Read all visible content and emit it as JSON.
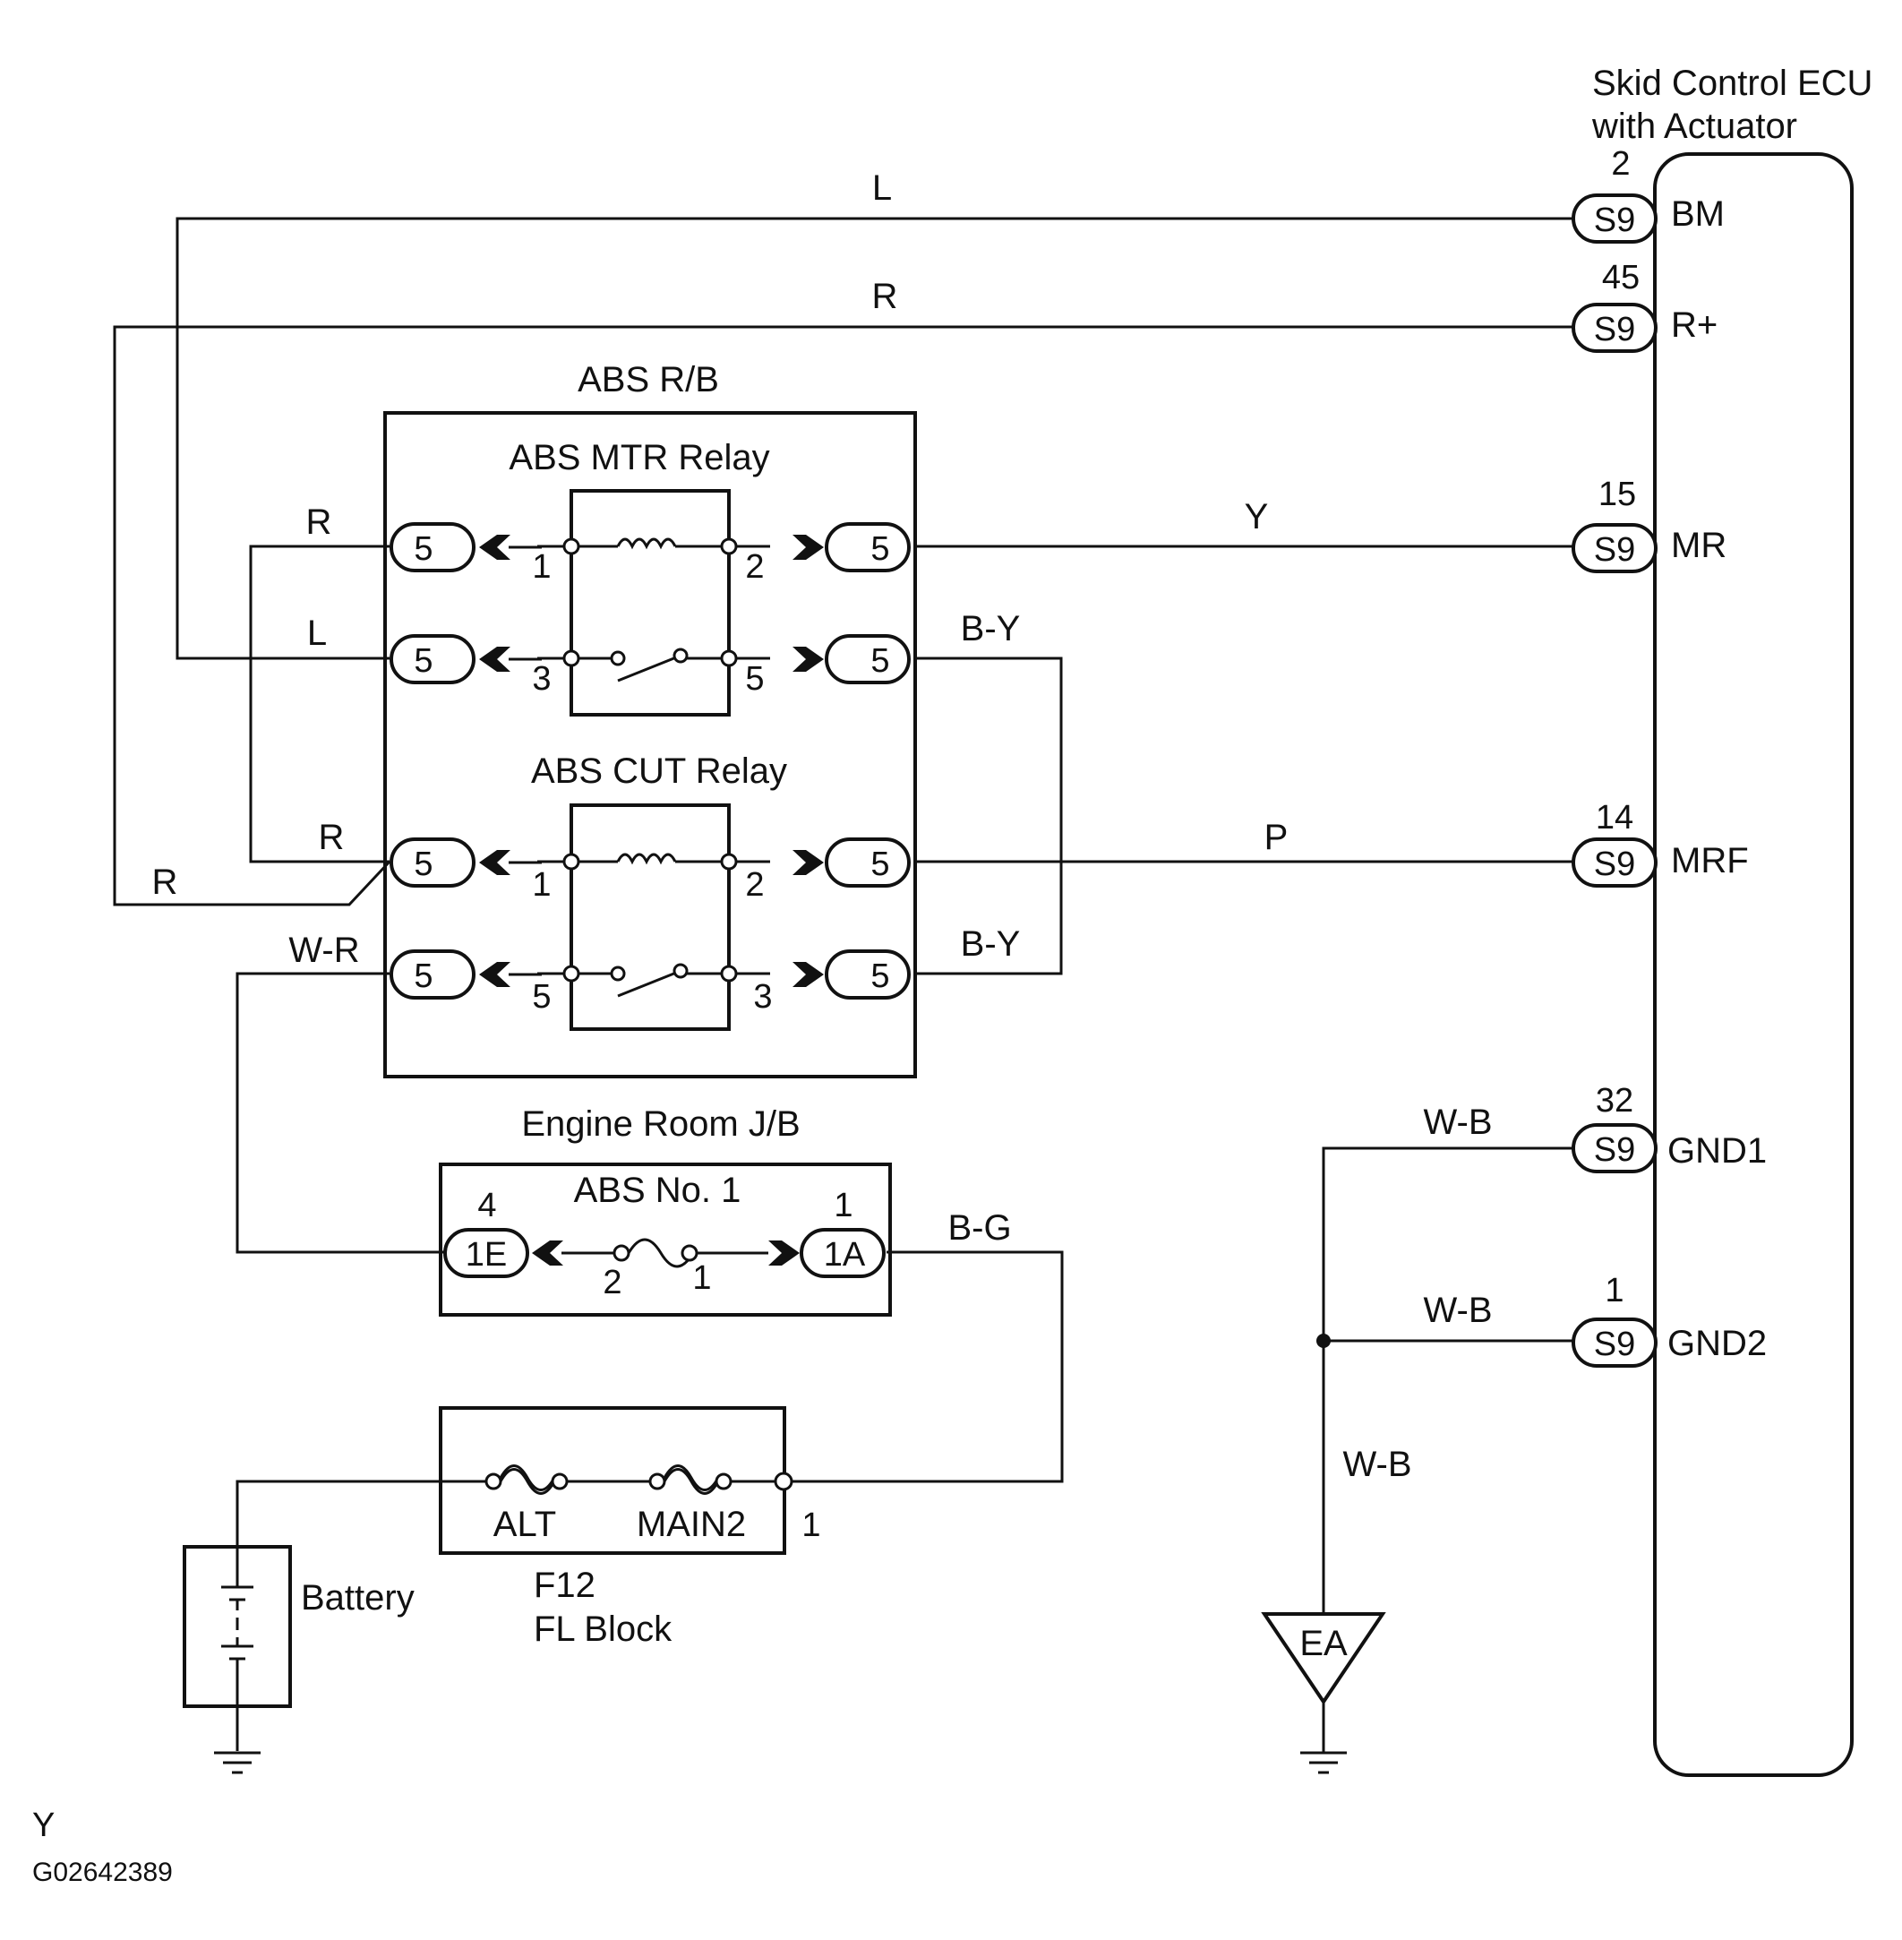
{
  "ecu": {
    "title_line1": "Skid Control ECU",
    "title_line2": "with Actuator"
  },
  "ecu_pins": [
    {
      "pin": "2",
      "connector": "S9",
      "terminal": "BM"
    },
    {
      "pin": "45",
      "connector": "S9",
      "terminal": "R+"
    },
    {
      "pin": "15",
      "connector": "S9",
      "terminal": "MR"
    },
    {
      "pin": "14",
      "connector": "S9",
      "terminal": "MRF"
    },
    {
      "pin": "32",
      "connector": "S9",
      "terminal": "GND1"
    },
    {
      "pin": "1",
      "connector": "S9",
      "terminal": "GND2"
    }
  ],
  "wires": {
    "bm": "L",
    "rplus": "R",
    "mr": "Y",
    "mrf": "P",
    "gnd1": "W-B",
    "gnd2": "W-B",
    "ground_trunk": "W-B",
    "mtr_left_top": "R",
    "mtr_left_bottom": "L",
    "mtr_right_bottom": "B-Y",
    "cut_left_top": "R",
    "cut_left_outer": "R",
    "cut_left_bottom": "W-R",
    "cut_right_bottom": "B-Y",
    "fuse_out": "B-G"
  },
  "relay_block": {
    "title": "ABS R/B",
    "mtr_relay": {
      "title": "ABS MTR Relay",
      "pins": [
        "1",
        "2",
        "3",
        "5"
      ]
    },
    "cut_relay": {
      "title": "ABS CUT Relay",
      "pins": [
        "1",
        "2",
        "5",
        "3"
      ]
    },
    "connector": "5"
  },
  "junction_box": {
    "title": "Engine Room J/B",
    "fuse": "ABS No. 1",
    "left_connector": "1E",
    "left_pin": "4",
    "right_connector": "1A",
    "right_pin": "1",
    "fuse_pin_left": "2",
    "fuse_pin_right": "1"
  },
  "fl_block": {
    "code": "F12",
    "title": "FL Block",
    "fuse1": "ALT",
    "fuse2": "MAIN2",
    "pin": "1"
  },
  "battery": {
    "label": "Battery"
  },
  "ground": {
    "label": "EA"
  },
  "footer": {
    "letter": "Y",
    "code": "G02642389"
  }
}
